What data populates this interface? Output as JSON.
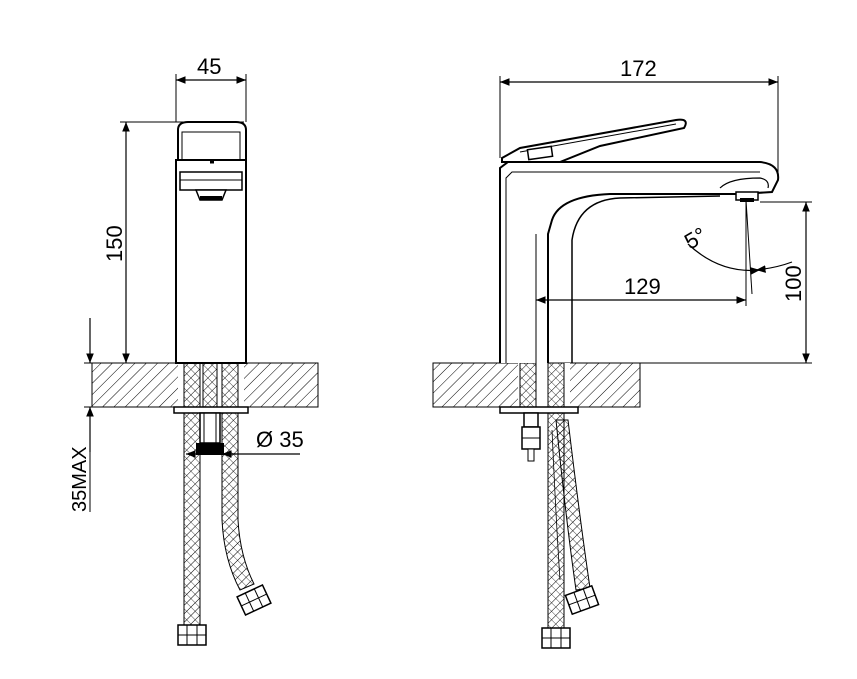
{
  "dimensions": {
    "front_width": "45",
    "front_height": "150",
    "hole_diameter": "Ø 35",
    "deck_thickness": "35MAX",
    "side_length": "172",
    "spout_reach": "129",
    "spout_height": "100",
    "spout_angle": "5°"
  }
}
